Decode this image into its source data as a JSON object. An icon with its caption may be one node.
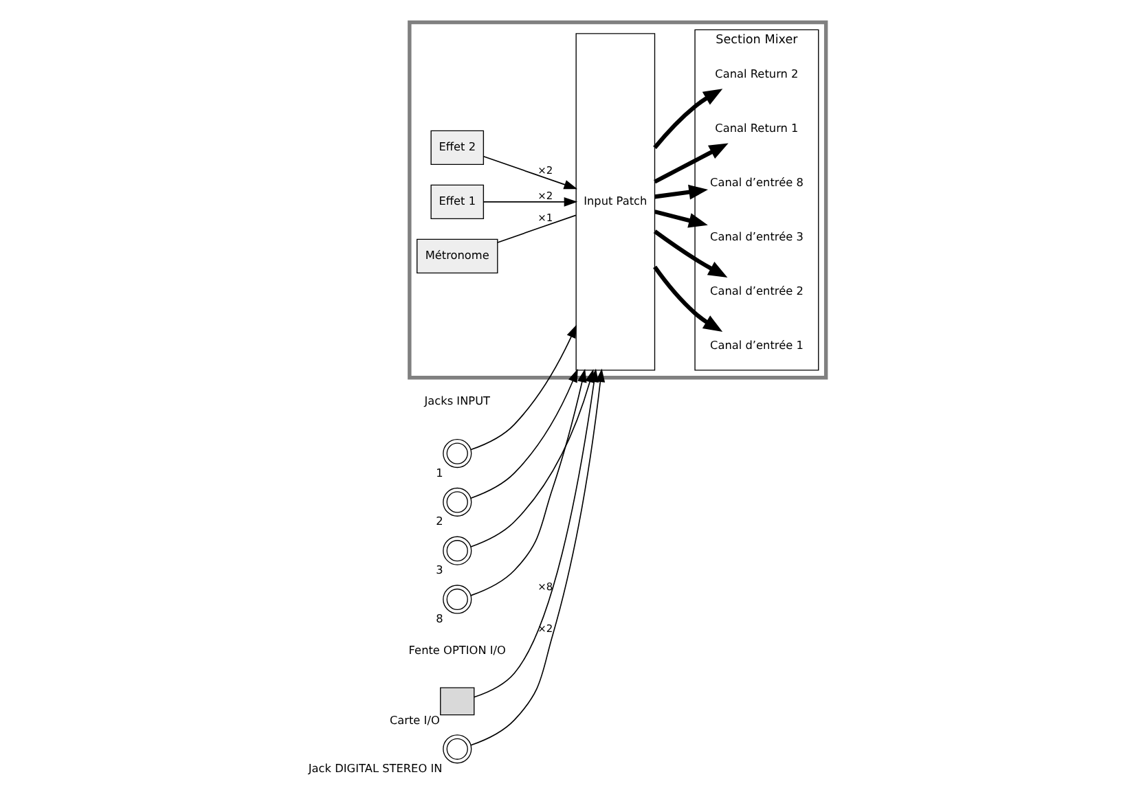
{
  "diagram": {
    "nodes": [
      {
        "text": [],
        "shape": "box"
      },
      {
        "text": [],
        "shape": "circle",
        "beside": [
          "1"
        ]
      },
      {
        "text": [],
        "shape": "circle",
        "beside": [
          "2"
        ]
      },
      {
        "text": [],
        "shape": "circle",
        "beside": [
          "3"
        ]
      },
      {
        "text": [],
        "shape": "circle",
        "beside": [
          "8"
        ]
      },
      {
        "text": [],
        "shape": "box",
        "beside": [
          "Carte I/O"
        ]
      },
      {
        "text": [],
        "shape": "circle",
        "beside": [
          "Jack DIGITAL STEREO IN"
        ]
      },
      {
        "text": [
          "Métronome"
        ],
        "in": 0
      },
      {
        "text": [
          "Effet 1"
        ],
        "in": 0
      },
      {
        "text": [
          "Effet 2"
        ],
        "in": 0
      },
      {
        "text": [
          "Input Patch"
        ],
        "in": 0
      },
      {
        "text": [
          "Section Mixer"
        ],
        "in": 0
      },
      {
        "text": [
          "Canal d’entrée 1"
        ],
        "in": 11
      },
      {
        "text": [
          "Canal d’entrée 2"
        ],
        "in": 11
      },
      {
        "text": [
          "Canal d’entrée 3"
        ],
        "in": 11
      },
      {
        "text": [
          "Canal d’entrée 8"
        ],
        "in": 11
      },
      {
        "text": [
          "Canal Return 1"
        ],
        "in": 11
      },
      {
        "text": [
          "Canal Return 2"
        ],
        "in": 11
      }
    ],
    "edges": [
      {
        "from": 1,
        "to": 10,
        "arrow": "to"
      },
      {
        "from": 2,
        "to": 10,
        "arrow": "to"
      },
      {
        "from": 3,
        "to": 10,
        "arrow": "to"
      },
      {
        "from": 4,
        "to": 10,
        "arrow": "to"
      },
      {
        "from": 5,
        "to": 10,
        "arrow": "to",
        "label": "×8"
      },
      {
        "from": 6,
        "to": 10,
        "arrow": "to",
        "label": "×2"
      },
      {
        "from": 7,
        "to": 10,
        "arrow": "none",
        "label": "×1"
      },
      {
        "from": 8,
        "to": 10,
        "arrow": "to",
        "label": "×2"
      },
      {
        "from": 9,
        "to": 10,
        "arrow": "to",
        "label": "×2"
      },
      {
        "from": 10,
        "to": 12,
        "arrow": "to",
        "style": "thick"
      },
      {
        "from": 10,
        "to": 13,
        "arrow": "to",
        "style": "thick"
      },
      {
        "from": 10,
        "to": 14,
        "arrow": "to",
        "style": "thick"
      },
      {
        "from": 10,
        "to": 15,
        "arrow": "to",
        "style": "thick"
      },
      {
        "from": 10,
        "to": 16,
        "arrow": "to",
        "style": "thick"
      },
      {
        "from": 10,
        "to": 17,
        "arrow": "to",
        "style": "thick"
      }
    ],
    "labels": [
      "Jacks INPUT",
      "Fente OPTION I/O"
    ]
  }
}
